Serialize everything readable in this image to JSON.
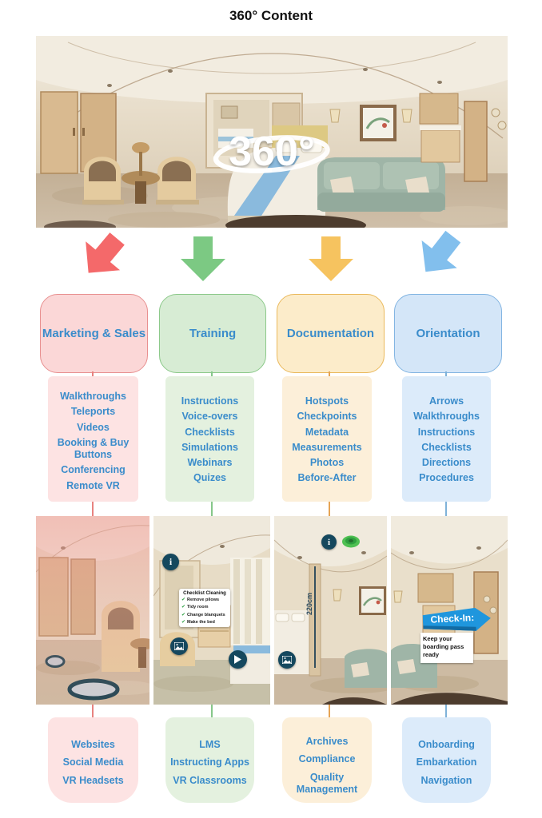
{
  "title": "360° Content",
  "hero": {
    "badge": "360°"
  },
  "colors": {
    "text_blue": "#3a8ccb",
    "marketing_red": "#f4696a",
    "training_green": "#7cc983",
    "documentation_yellow": "#f6c35f",
    "orientation_blue": "#82bfed",
    "hotspot_navy": "#15485e",
    "checkin_blue": "#1f96dd"
  },
  "columns": [
    {
      "label": "Marketing & Sales",
      "items": [
        "Walkthroughs",
        "Teleports",
        "Videos",
        "Booking & Buy Buttons",
        "Conferencing",
        "Remote VR"
      ],
      "bottom_items": [
        "Websites",
        "Social Media",
        "VR Headsets"
      ]
    },
    {
      "label": "Training",
      "items": [
        "Instructions",
        "Voice-overs",
        "Checklists",
        "Simulations",
        "Webinars",
        "Quizes"
      ],
      "bottom_items": [
        "LMS",
        "Instructing Apps",
        "VR Classrooms"
      ]
    },
    {
      "label": "Documentation",
      "items": [
        "Hotspots",
        "Checkpoints",
        "Metadata",
        "Measurements",
        "Photos",
        "Before-After"
      ],
      "bottom_items": [
        "Archives",
        "Compliance",
        "Quality Management"
      ]
    },
    {
      "label": "Orientation",
      "items": [
        "Arrows",
        "Walkthroughs",
        "Instructions",
        "Checklists",
        "Directions",
        "Procedures"
      ],
      "bottom_items": [
        "Onboarding",
        "Embarkation",
        "Navigation"
      ]
    }
  ],
  "pano_overlays": {
    "checklist": {
      "title": "Checklist Cleaning",
      "items": [
        "Remove pilows",
        "Tidy room",
        "Change blanquets",
        "Make the bed"
      ]
    },
    "measurement_label": "220cm",
    "checkin": {
      "title": "Check-In:",
      "note_lines": [
        "Keep your",
        "boarding pass",
        "ready"
      ]
    }
  }
}
